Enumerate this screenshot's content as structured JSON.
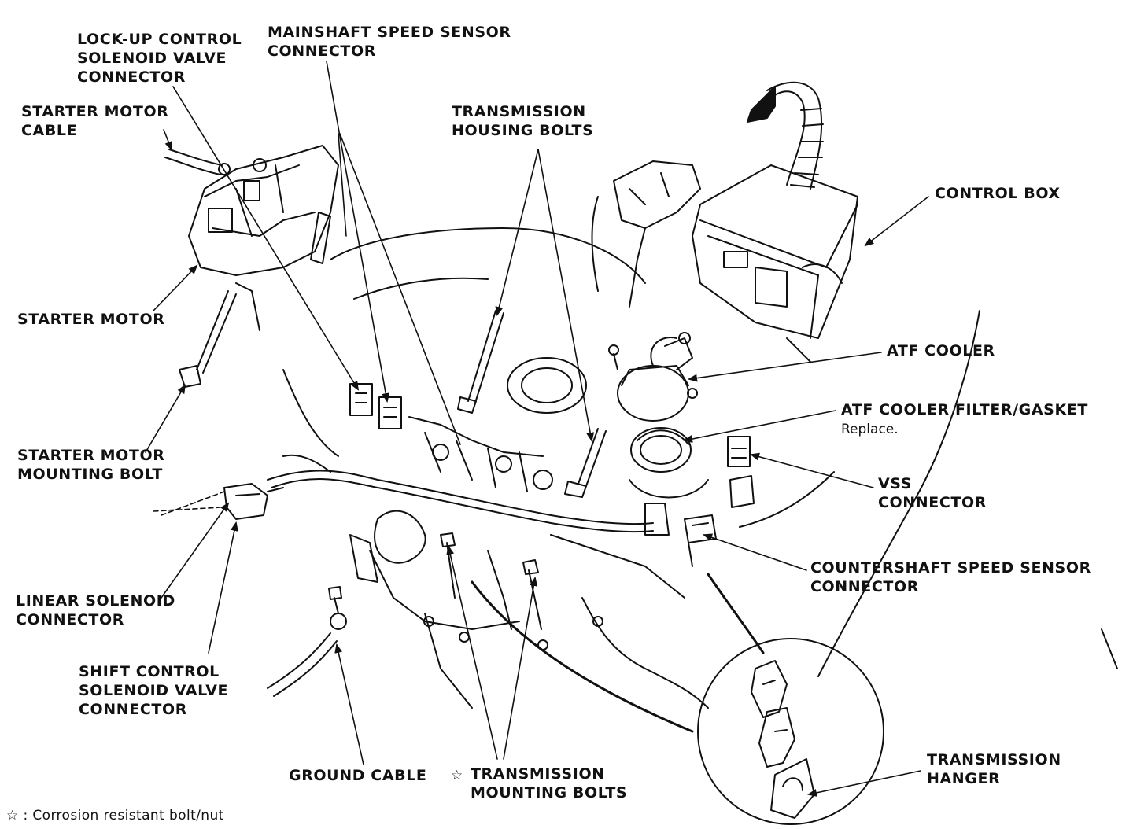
{
  "diagram": {
    "labels": {
      "lockup": [
        "LOCK-UP CONTROL",
        "SOLENOID VALVE",
        "CONNECTOR"
      ],
      "mainshaft": [
        "MAINSHAFT SPEED SENSOR",
        "CONNECTOR"
      ],
      "starter_cable": [
        "STARTER MOTOR",
        "CABLE"
      ],
      "housing_bolts": [
        "TRANSMISSION",
        "HOUSING BOLTS"
      ],
      "control_box": [
        "CONTROL BOX"
      ],
      "starter_motor": [
        "STARTER MOTOR"
      ],
      "atf_cooler": [
        "ATF COOLER"
      ],
      "atf_filter": [
        "ATF COOLER FILTER/GASKET"
      ],
      "atf_filter_note": "Replace.",
      "starter_bolt": [
        "STARTER MOTOR",
        "MOUNTING BOLT"
      ],
      "vss": [
        "VSS",
        "CONNECTOR"
      ],
      "countershaft": [
        "COUNTERSHAFT SPEED SENSOR",
        "CONNECTOR"
      ],
      "linear_solenoid": [
        "LINEAR SOLENOID",
        "CONNECTOR"
      ],
      "shift_control": [
        "SHIFT CONTROL",
        "SOLENOID VALVE",
        "CONNECTOR"
      ],
      "ground_cable": [
        "GROUND CABLE"
      ],
      "mounting_bolts_star": "☆",
      "mounting_bolts": [
        "TRANSMISSION",
        "MOUNTING BOLTS"
      ],
      "hanger": [
        "TRANSMISSION",
        "HANGER"
      ]
    },
    "legend": {
      "symbol": "☆",
      "text": ": Corrosion resistant bolt/nut"
    },
    "colors": {
      "ink": "#111111",
      "paper": "#ffffff"
    }
  }
}
